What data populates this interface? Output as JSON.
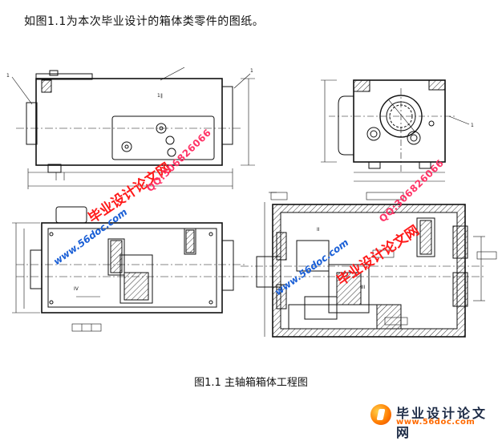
{
  "intro_text": "如图1.1为本次毕业设计的箱体类零件的图纸。",
  "caption": "图1.1  主轴箱箱体工程图",
  "watermarks": {
    "site_name": "毕业设计论文网",
    "qq": "QQ:306826066",
    "url": "www.56doc.com"
  },
  "logo": {
    "name": "毕业设计论文网",
    "url": "www.56doc.com"
  }
}
